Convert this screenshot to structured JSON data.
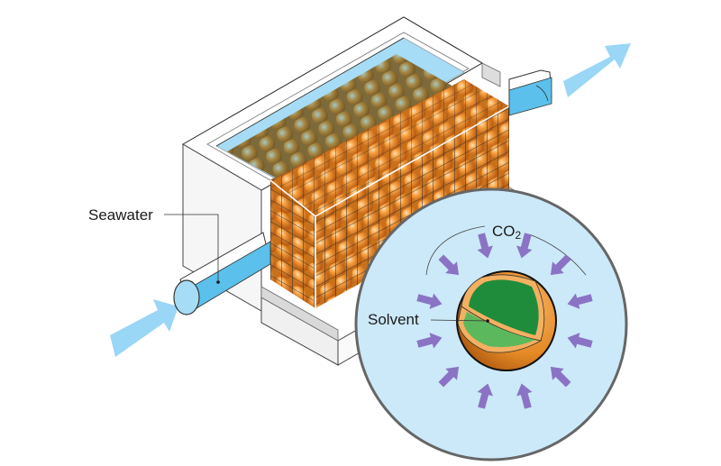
{
  "labels": {
    "seawater": "Seawater",
    "co2_main": "CO",
    "co2_sub": "2",
    "solvent": "Solvent"
  },
  "colors": {
    "water": "#8fd3f4",
    "water_dark": "#5bc0eb",
    "flow_arrow": "#9ad6f5",
    "capsule_orange": "#f0902a",
    "capsule_wet": "#a6843e",
    "solvent_light": "#5cb85c",
    "solvent_dark": "#1f8c3b",
    "co2_arrow": "#8a73c4",
    "inset_bg": "#cce9f9"
  },
  "diagram": {
    "components": [
      "inlet-pipe",
      "container-box",
      "capsule-bed",
      "wire-mesh-cage",
      "outlet-pipe",
      "capsule-inset"
    ],
    "co2_arrow_count": 12
  }
}
